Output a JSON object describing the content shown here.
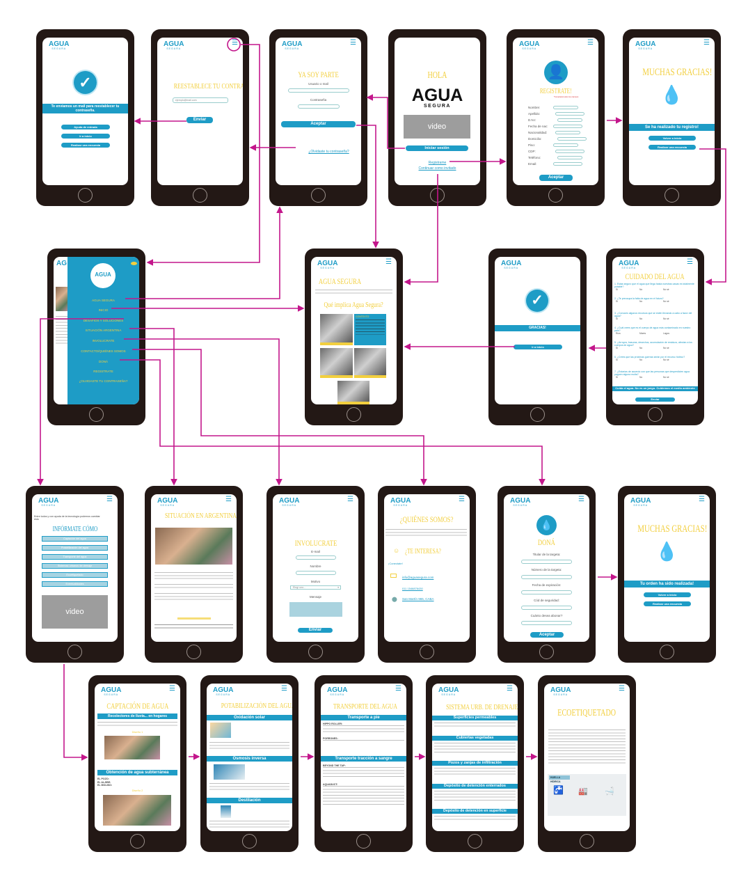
{
  "common": {
    "logo": "AGUA",
    "logo_sub": "SEGURA"
  },
  "colors": {
    "brand_blue": "#1e9cc6",
    "title_yellow": "#f2cf3f",
    "flow_arrow": "#c3168b",
    "phone_frame": "#231815"
  },
  "screens": {
    "mail_sent": {
      "banner": "Te enviamos un mail para reestablecer tu contraseña.",
      "buttons": [
        "Ayuda de entrada",
        "Ir a inicio",
        "Realizar una encuesta"
      ]
    },
    "reset": {
      "title": "Reestablece tu contraseña",
      "email": "ejemplo@mail.com",
      "send": "Enviar"
    },
    "login": {
      "title": "Ya soy parte",
      "user_label": "Usuario o mail",
      "pass_label": "Contraseña",
      "accept": "Aceptar",
      "forgot": "¿Olvidaste tu contraseña?"
    },
    "welcome": {
      "title": "Hola",
      "brand": "AGUA",
      "brand_sub": "SEGURA",
      "video": "video",
      "login": "Iniciar sesión",
      "register": "Registrame",
      "guest": "Continuar como invitado"
    },
    "register": {
      "title": "Registrate!",
      "required": "*Completá todos los campos",
      "fields": [
        "Nombre:",
        "Apellido:",
        "D.N.I:",
        "Fecha de nac:",
        "Nacionalidad:",
        "Domicilio:",
        "Piso:",
        "CDP:",
        "Teléfono:",
        "Email:"
      ],
      "accept": "Aceptar"
    },
    "registered": {
      "title": "Muchas gracias!",
      "banner": "Se ha realizado tu registro!",
      "buttons": [
        "Volver a inicio",
        "Realizar una encuesta"
      ]
    },
    "menu": {
      "items": [
        "AGUA SEGURA",
        "INICIO",
        "DESAFÍOS Y SOLUCIONES",
        "SITUACIÓN ARGENTINA",
        "INVOLUCRATE",
        "CONTACTO/QUIÉNES SOMOS",
        "DONÁ",
        "REGISTRATE",
        "¿OLVIDASTE TU CONTRASEÑA?"
      ]
    },
    "home": {
      "title": "Agua segura",
      "subtitle": "Qué implica Agua Segura?",
      "card_label": "CONTEXTO"
    },
    "thanks": {
      "banner": "GRACIAS!",
      "button": "Ir a inicio"
    },
    "survey": {
      "title": "Cuidado del agua",
      "questions": [
        {
          "q": "1. Estás seguro que el agua que llega hasta nuestras casas es totalmente potable?",
          "opts": [
            "Sí",
            "No",
            "No sé"
          ]
        },
        {
          "q": "2. ¿Te preocupa la falta de agua en el futuro?",
          "opts": [
            "Sí",
            "No",
            "No sé"
          ]
        },
        {
          "q": "3. ¿Conoces algunos recursos que se estén llevando a cabo a favor del agua?",
          "opts": [
            "Sí",
            "No",
            "No sé"
          ]
        },
        {
          "q": "4. ¿Cuál crees que es el cuerpo de agua más contaminado en nuestro país?",
          "opts": [
            "Ríos",
            "Mares",
            "Lagos"
          ]
        },
        {
          "q": "5. ¿Arroyos, basuras, desechos, acumulación de residuos, afectan a los cuerpos de agua?",
          "opts": [
            "Sí",
            "No",
            "No sé"
          ]
        },
        {
          "q": "6. ¿Crees que las próximas guerras serán por el recurso hídrico?",
          "opts": [
            "Sí",
            "No",
            "No sé"
          ]
        },
        {
          "q": "7. ¿Estarías de acuerdo con que las personas que desperdicien agua paguen alguna multa?",
          "opts": [
            "Sí",
            "No",
            "No sé"
          ]
        }
      ],
      "banner": "Cuida el agua. No es un juego. Cuidemos el medio ambiente",
      "send": "Enviar"
    },
    "challenges": {
      "intro": "Entre todos y con ayuda de la tecnología podemos cambiar esto",
      "title": "Infórmate cómo",
      "buttons": [
        "Captación del agua",
        "Potabilización del agua",
        "Transporte del agua",
        "Sistemas urbanos de drenaje",
        "Ecoetiquetado",
        "Eventualidades"
      ],
      "video": "video"
    },
    "argentina": {
      "title": "Situación en Argentina"
    },
    "involve": {
      "title": "Involucrate",
      "email": "E-mail",
      "name": "Nombre",
      "reason": "Motivo",
      "reason_value": "Elegí uno...",
      "message": "Mensaje",
      "send": "Enviar"
    },
    "about": {
      "title": "¿Quiénes somos?",
      "interest": "¿Te interesa?",
      "connect": "¡Conectate!",
      "email": "info@aguasegura.com",
      "phone": "011 1546876430",
      "address": "San Martín 965, CABA"
    },
    "donate": {
      "title": "Doná",
      "fields": [
        "Titular de la targeta:",
        "Número de la targeta:",
        "Fecha de expiración:",
        "Cód de seguridad:",
        "Cuánto desea abonar?"
      ],
      "accept": "Aceptar"
    },
    "order_done": {
      "title": "Muchas gracias!",
      "banner": "Tu orden ha sido realizada!",
      "buttons": [
        "Volver a inicio",
        "Realizar una encuesta"
      ]
    },
    "capture": {
      "title": "Captación de agua",
      "section1": "Recolectores de lluvia... en hogares",
      "design1": "Diseño 1",
      "section2": "Obtención de agua subterránea",
      "items": [
        "EL POZO:",
        "EL ALJIBE:",
        "EL MOLINO:"
      ],
      "design2": "Diseño 2"
    },
    "purify": {
      "title": "Potabilización del agua",
      "sections": [
        "Oxidación solar",
        "Ósmosis inversa",
        "Destilación"
      ]
    },
    "transport": {
      "title": "Transporte del agua",
      "sections": [
        "Transporte a pie",
        "Transporte tracción a sangre"
      ],
      "items": [
        "HIPPO ROLLER:",
        "PORRONES:",
        "BEYOND THE TAP:",
        "AQUADUCT:"
      ]
    },
    "drainage": {
      "title": "Sistema urb. de drenaje",
      "sections": [
        "Superficies permeables",
        "Cubiertas vegetadas",
        "Pozos y zanjas de infiltración",
        "Depósito de detención enterrados",
        "Depósito de detención en superficie"
      ]
    },
    "ecolabel": {
      "title": "Ecoetiquetado",
      "infographic_label": "HUELLA HÍDRICA"
    }
  }
}
